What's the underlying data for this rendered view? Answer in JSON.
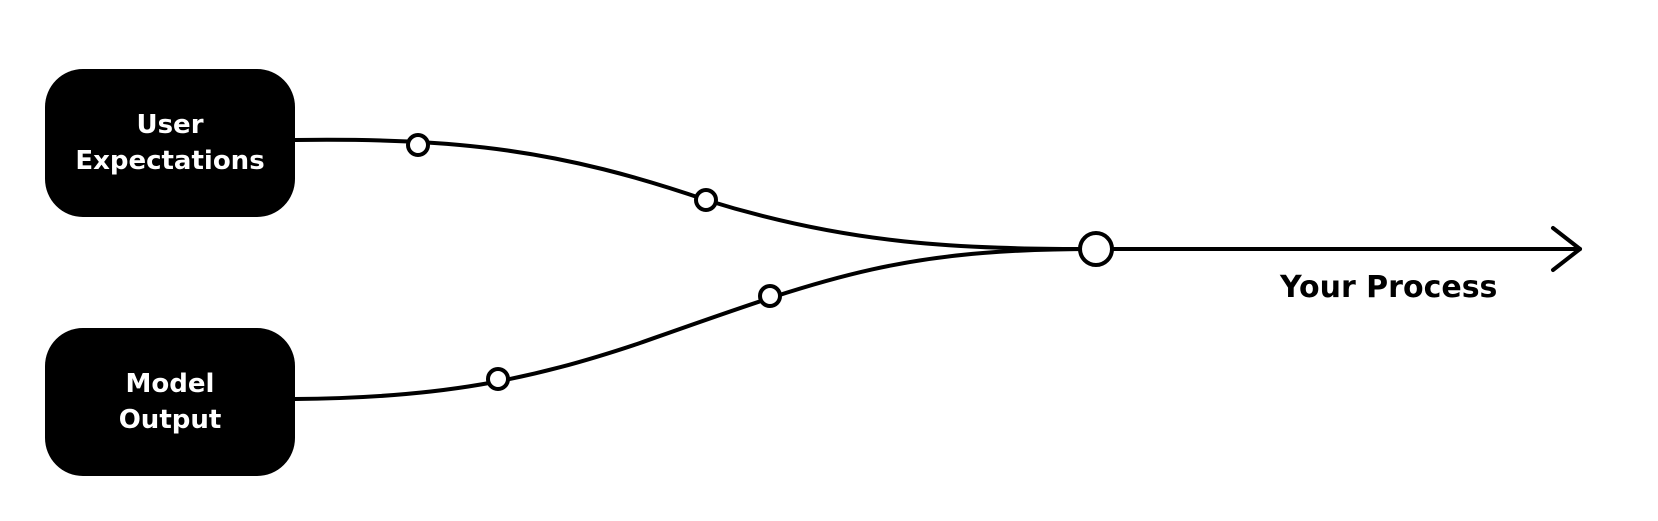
{
  "colors": {
    "background": "#ffffff",
    "foreground": "#000000",
    "node_fill": "#000000",
    "node_text": "#ffffff"
  },
  "nodes": {
    "user_expectations": {
      "line1": "User",
      "line2": "Expectations"
    },
    "model_output": {
      "line1": "Model",
      "line2": "Output"
    }
  },
  "flow": {
    "label": "Your Process",
    "arrow_icon": "arrow-right-icon"
  }
}
